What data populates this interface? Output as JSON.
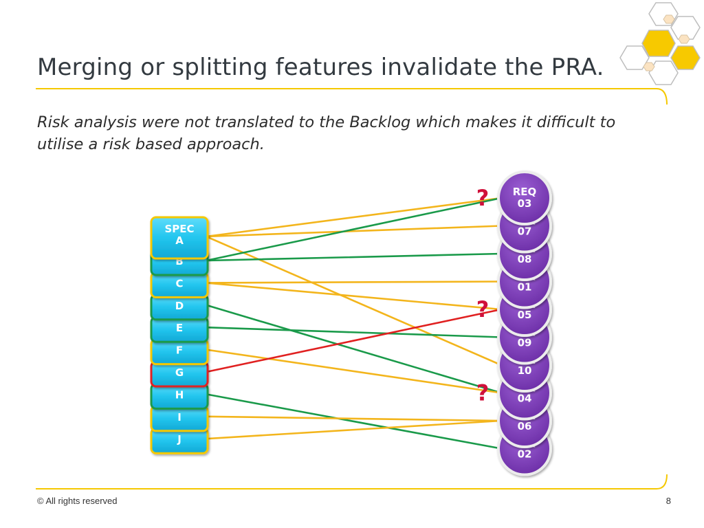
{
  "slide": {
    "title": "Merging or splitting features invalidate the PRA.",
    "subtitle": "Risk analysis were not translated to the Backlog which makes it difficult to utilise a risk based approach.",
    "footer_left": "© All rights reserved",
    "page_number": "8"
  },
  "colors": {
    "accent_yellow": "#f5c800",
    "spec_cyan": "#1ec3ec",
    "req_purple": "#7d3fb6",
    "link_yellow": "#f3b51c",
    "link_green": "#1a9a4a",
    "link_red": "#e02020",
    "question_red": "#d0103a"
  },
  "diagram": {
    "specs": [
      {
        "id": "A",
        "label": "SPEC\nA",
        "border": "yellow"
      },
      {
        "id": "B",
        "label": "B",
        "border": "green"
      },
      {
        "id": "C",
        "label": "C",
        "border": "yellow"
      },
      {
        "id": "D",
        "label": "D",
        "border": "green"
      },
      {
        "id": "E",
        "label": "E",
        "border": "green"
      },
      {
        "id": "F",
        "label": "F",
        "border": "yellow"
      },
      {
        "id": "G",
        "label": "G",
        "border": "red"
      },
      {
        "id": "H",
        "label": "H",
        "border": "green"
      },
      {
        "id": "I",
        "label": "I",
        "border": "yellow"
      },
      {
        "id": "J",
        "label": "J",
        "border": "yellow"
      }
    ],
    "reqs": [
      {
        "id": "03",
        "label": "REQ\n03"
      },
      {
        "id": "07",
        "label": "REQ\n07"
      },
      {
        "id": "08",
        "label": "REQ\n08"
      },
      {
        "id": "01",
        "label": "REQ\n01"
      },
      {
        "id": "05",
        "label": "REQ\n05"
      },
      {
        "id": "09",
        "label": "REQ\n09"
      },
      {
        "id": "10",
        "label": "REQ\n10"
      },
      {
        "id": "04",
        "label": "REQ\n04"
      },
      {
        "id": "06",
        "label": "REQ\n06"
      },
      {
        "id": "02",
        "label": "REQ\n02"
      }
    ],
    "links": [
      {
        "from": "A",
        "to": "03",
        "color": "yellow"
      },
      {
        "from": "A",
        "to": "07",
        "color": "yellow"
      },
      {
        "from": "A",
        "to": "10",
        "color": "yellow"
      },
      {
        "from": "B",
        "to": "03",
        "color": "green"
      },
      {
        "from": "B",
        "to": "08",
        "color": "green"
      },
      {
        "from": "C",
        "to": "01",
        "color": "yellow"
      },
      {
        "from": "C",
        "to": "05",
        "color": "yellow"
      },
      {
        "from": "D",
        "to": "04",
        "color": "green"
      },
      {
        "from": "E",
        "to": "09",
        "color": "green"
      },
      {
        "from": "F",
        "to": "04",
        "color": "yellow"
      },
      {
        "from": "G",
        "to": "05",
        "color": "red"
      },
      {
        "from": "H",
        "to": "02",
        "color": "green"
      },
      {
        "from": "I",
        "to": "06",
        "color": "yellow"
      },
      {
        "from": "J",
        "to": "06",
        "color": "yellow"
      }
    ],
    "question_marks": [
      {
        "req": "03",
        "text": "?"
      },
      {
        "req": "05",
        "text": "?"
      },
      {
        "req": "04",
        "text": "?"
      }
    ]
  }
}
